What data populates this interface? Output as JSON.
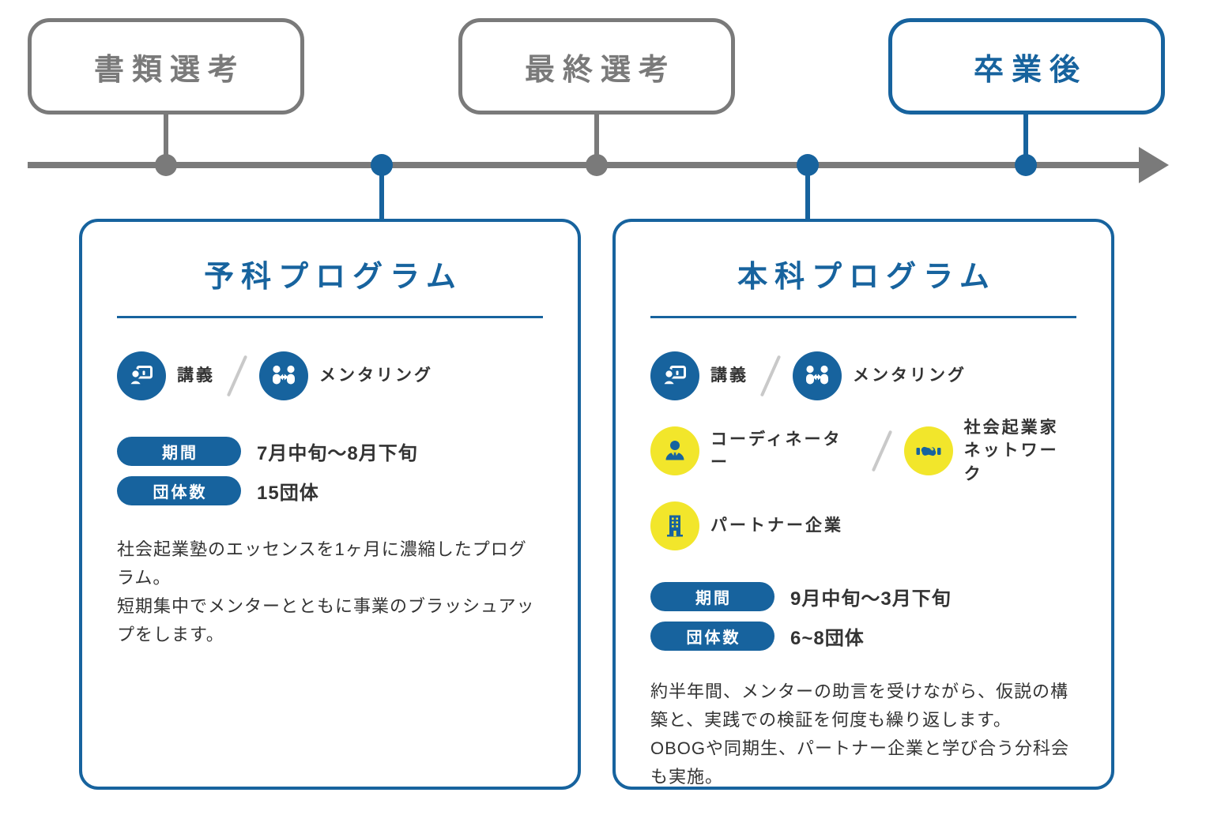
{
  "colors": {
    "blue": "#17639E",
    "gray": "#7A7A7A",
    "yellow": "#F2E62B",
    "dark": "#333333",
    "light_gray": "#C9C9C9"
  },
  "timeline": {
    "stages": [
      {
        "label": "書類選考",
        "style": "gray"
      },
      {
        "label": "最終選考",
        "style": "gray"
      },
      {
        "label": "卒業後",
        "style": "blue"
      }
    ]
  },
  "cards": [
    {
      "title": "予科プログラム",
      "features_row1": [
        {
          "icon": "lecture-icon",
          "label": "講義"
        },
        {
          "icon": "mentoring-icon",
          "label": "メンタリング"
        }
      ],
      "stats": [
        {
          "label": "期間",
          "value": "7月中旬〜8月下旬"
        },
        {
          "label": "団体数",
          "value": "15団体"
        }
      ],
      "description": "社会起業塾のエッセンスを1ヶ月に濃縮したプログラム。\n短期集中でメンターとともに事業のブラッシュアップをします。"
    },
    {
      "title": "本科プログラム",
      "features_row1": [
        {
          "icon": "lecture-icon",
          "label": "講義"
        },
        {
          "icon": "mentoring-icon",
          "label": "メンタリング"
        }
      ],
      "features_row2": [
        {
          "icon": "coordinator-icon",
          "label": "コーディネーター"
        },
        {
          "icon": "handshake-icon",
          "label": "社会起業家\nネットワーク"
        }
      ],
      "features_row3": [
        {
          "icon": "building-icon",
          "label": "パートナー企業"
        }
      ],
      "stats": [
        {
          "label": "期間",
          "value": "9月中旬〜3月下旬"
        },
        {
          "label": "団体数",
          "value": "6~8団体"
        }
      ],
      "description": "約半年間、メンターの助言を受けながら、仮説の構築と、実践での検証を何度も繰り返します。\nOBOGや同期生、パートナー企業と学び合う分科会も実施。"
    }
  ]
}
